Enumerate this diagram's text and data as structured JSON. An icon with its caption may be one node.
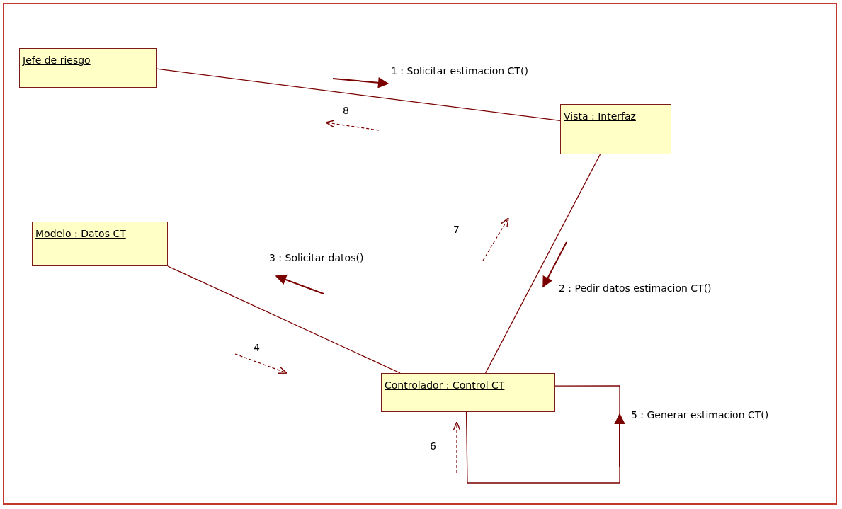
{
  "diagram": {
    "nodes": [
      {
        "text": [
          "Jefe de riesgo"
        ]
      },
      {
        "text": [
          "Vista : Interfaz"
        ]
      },
      {
        "text": [
          "Modelo : Datos CT"
        ]
      },
      {
        "text": [
          "Controlador : Control CT"
        ]
      }
    ],
    "edges": [
      {
        "from": 0,
        "to": 1,
        "arrow": "none"
      },
      {
        "from": 1,
        "to": 3,
        "arrow": "none"
      },
      {
        "from": 2,
        "to": 3,
        "arrow": "none"
      },
      {
        "from": 3,
        "to": 3,
        "arrow": "none"
      }
    ],
    "labels": [
      "1 : Solicitar estimacion CT()",
      "8",
      "7",
      "3 : Solicitar datos()",
      "2 : Pedir datos estimacion CT()",
      "4",
      "5 : Generar estimacion CT()",
      "6"
    ]
  }
}
